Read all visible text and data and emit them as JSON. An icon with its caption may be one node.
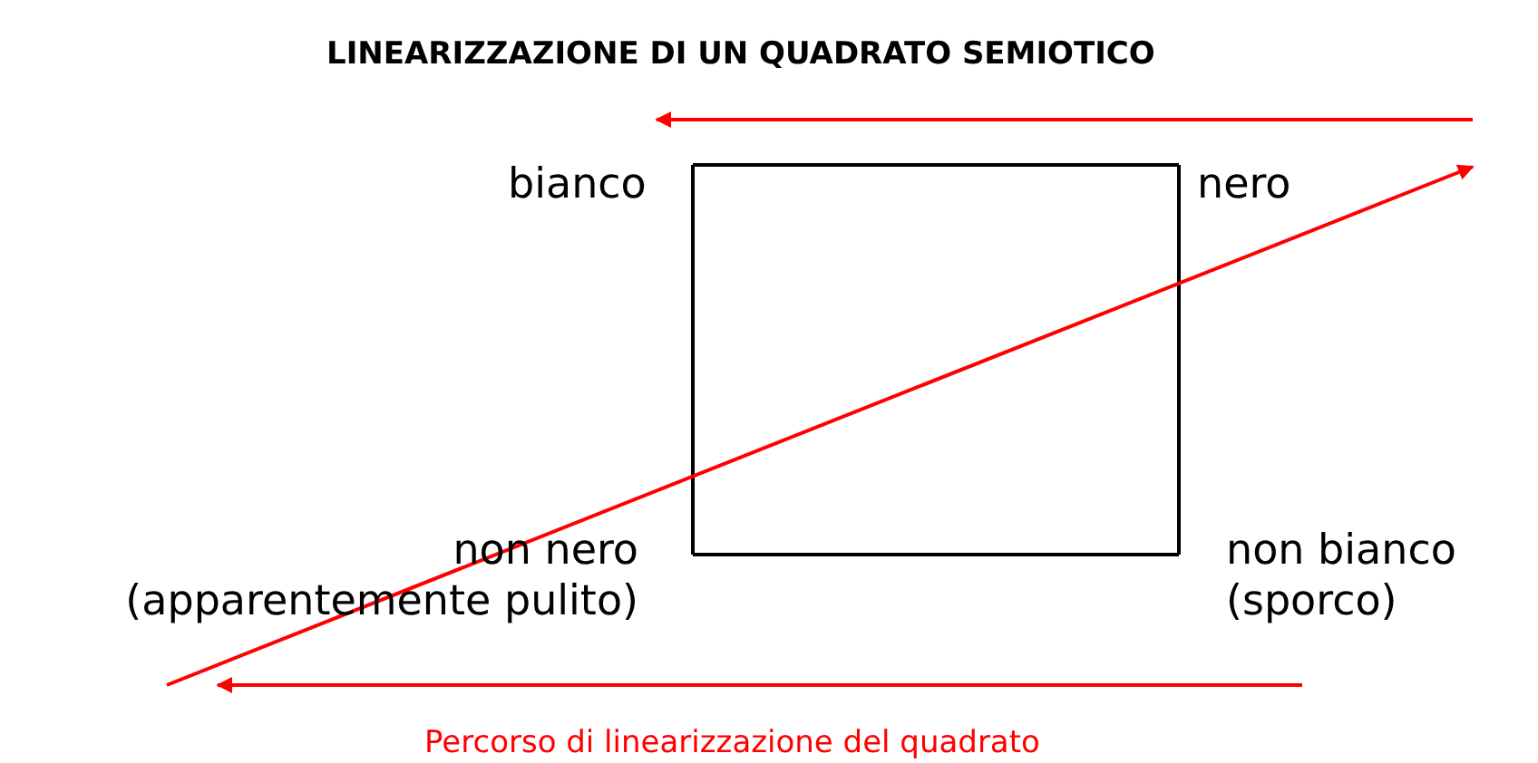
{
  "diagram": {
    "title": "LINEARIZZAZIONE DI UN QUADRATO SEMIOTICO",
    "nodes": [
      {
        "text": [
          "bianco"
        ]
      },
      {
        "text": [
          "nero"
        ]
      },
      {
        "text": [
          "non nero (apparentemente pulito)"
        ]
      },
      {
        "text": [
          "non bianco (sporco)"
        ]
      }
    ],
    "edges": [
      {
        "from": 0,
        "to": 1,
        "arrow": "none"
      },
      {
        "from": 1,
        "to": 3,
        "arrow": "none"
      },
      {
        "from": 3,
        "to": 2,
        "arrow": "none"
      },
      {
        "from": 2,
        "to": 0,
        "arrow": "none"
      },
      {
        "from": null,
        "to": 0,
        "arrow": "to",
        "color": "#ff0000"
      },
      {
        "from": 2,
        "to": null,
        "arrow": "to",
        "color": "#ff0000"
      },
      {
        "from": 3,
        "to": 2,
        "arrow": "to",
        "color": "#ff0000"
      }
    ],
    "labels": [
      "Percorso di linearizzazione del quadrato"
    ]
  }
}
